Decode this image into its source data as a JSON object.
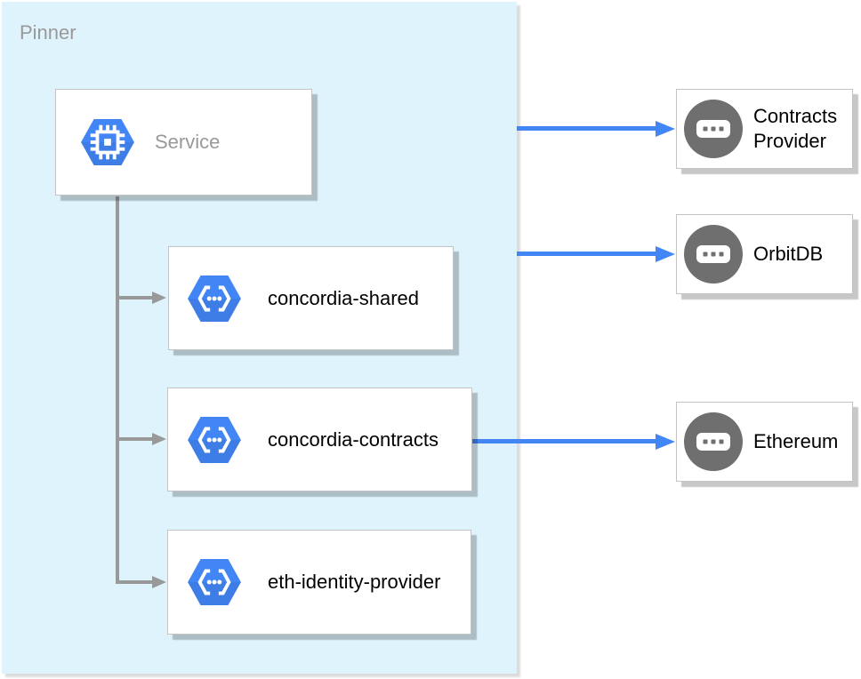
{
  "container": {
    "label": "Pinner"
  },
  "nodes": {
    "service": {
      "label": "Service",
      "icon": "compute-hexagon-icon"
    },
    "concordia_shared": {
      "label": "concordia-shared",
      "icon": "api-hexagon-icon"
    },
    "concordia_contracts": {
      "label": "concordia-contracts",
      "icon": "api-hexagon-icon"
    },
    "eth_identity_provider": {
      "label": "eth-identity-provider",
      "icon": "api-hexagon-icon"
    },
    "contracts_provider": {
      "label": "Contracts Provider",
      "icon": "generic-service-icon"
    },
    "orbitdb": {
      "label": "OrbitDB",
      "icon": "generic-service-icon"
    },
    "ethereum": {
      "label": "Ethereum",
      "icon": "generic-service-icon"
    }
  },
  "edges": [
    {
      "from": "Service",
      "to": "concordia-shared",
      "style": "gray-tree-arrow"
    },
    {
      "from": "Service",
      "to": "concordia-contracts",
      "style": "gray-tree-arrow"
    },
    {
      "from": "Service",
      "to": "eth-identity-provider",
      "style": "gray-tree-arrow"
    },
    {
      "from": "Pinner",
      "to": "Contracts Provider",
      "style": "blue-arrow"
    },
    {
      "from": "Pinner",
      "to": "OrbitDB",
      "style": "blue-arrow"
    },
    {
      "from": "concordia-contracts",
      "to": "Ethereum",
      "style": "blue-arrow"
    }
  ],
  "colors": {
    "container_fill": "#def3fc",
    "node_fill": "#ffffff",
    "node_border": "#c3c3c3",
    "accent_blue": "#4285f4",
    "hexagon_blue": "#4285f4",
    "icon_gray": "#6f6f6f",
    "connector_gray": "#999999",
    "muted_text": "#999999",
    "label_text": "#000000"
  }
}
